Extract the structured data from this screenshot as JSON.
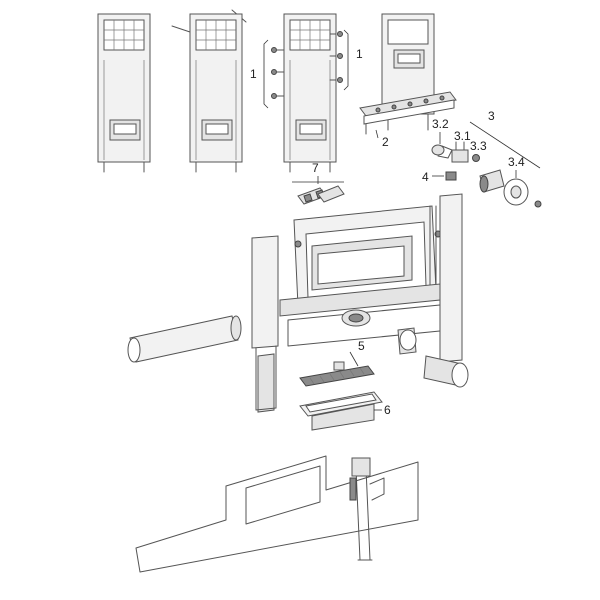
{
  "diagram": {
    "labels": {
      "l1a": "1",
      "l1b": "1",
      "l2": "2",
      "l3": "3",
      "l3_1": "3.1",
      "l3_2": "3.2",
      "l3_3": "3.3",
      "l3_4": "3.4",
      "l4": "4",
      "l5": "5",
      "l6": "6",
      "l7": "7"
    }
  }
}
